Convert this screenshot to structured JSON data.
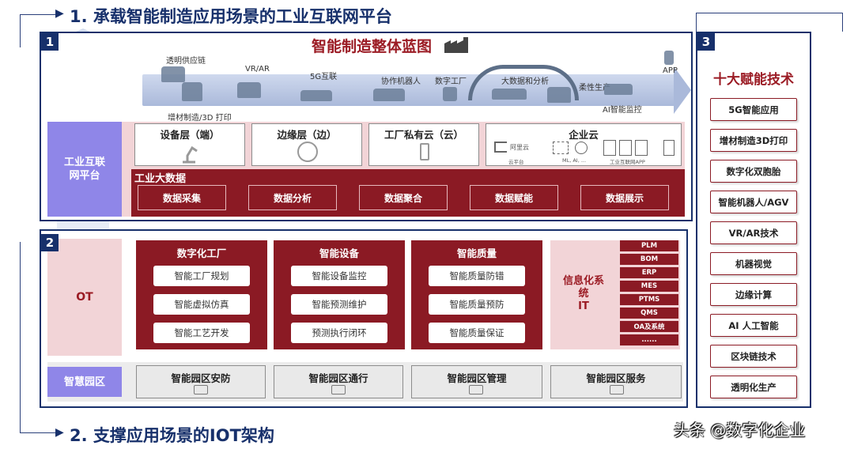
{
  "headings": {
    "top": "1. 承载智能制造应用场景的工业互联网平台",
    "bottom": "2. 支撑应用场景的IOT架构"
  },
  "badges": {
    "p1": "1",
    "p2": "2",
    "p3": "3"
  },
  "blueprint": {
    "title": "智能制造整体蓝图",
    "scenes": [
      "透明供应链",
      "VR/AR",
      "5G互联",
      "协作机器人",
      "数字工厂",
      "大数据和分析",
      "柔性生产",
      "APP",
      "增材制造/3D 打印",
      "AI智能监控"
    ]
  },
  "platform": {
    "label": "工业互联网平台",
    "layers": [
      "设备层（端）",
      "边缘层（边）",
      "工厂私有云（云）",
      "企业云"
    ],
    "cloud_sub": [
      "阿里云",
      "云平台",
      "ML, AI, ...",
      "工业互联网APP"
    ],
    "bigdata": {
      "title": "工业大数据",
      "items": [
        "数据采集",
        "数据分析",
        "数据聚合",
        "数据赋能",
        "数据展示"
      ]
    }
  },
  "ot": {
    "label": "OT",
    "columns": [
      {
        "title": "数字化工厂",
        "items": [
          "智能工厂规划",
          "智能虚拟仿真",
          "智能工艺开发"
        ]
      },
      {
        "title": "智能设备",
        "items": [
          "智能设备监控",
          "智能预测维护",
          "预测执行闭环"
        ]
      },
      {
        "title": "智能质量",
        "items": [
          "智能质量防错",
          "智能质量预防",
          "智能质量保证"
        ]
      }
    ],
    "it": {
      "label_line1": "信息化系",
      "label_line2": "统",
      "label_line3": "IT",
      "items": [
        "PLM",
        "BOM",
        "ERP",
        "MES",
        "PTMS",
        "QMS",
        "OA及系统",
        "......"
      ]
    }
  },
  "park": {
    "label": "智慧园区",
    "items": [
      "智能园区安防",
      "智能园区通行",
      "智能园区管理",
      "智能园区服务"
    ]
  },
  "right": {
    "title": "十大赋能技术",
    "items": [
      "5G智能应用",
      "增材制造3D打印",
      "数字化双胞胎",
      "智能机器人/AGV",
      "VR/AR技术",
      "机器视觉",
      "边缘计算",
      "AI 人工智能",
      "区块链技术",
      "透明化生产"
    ]
  },
  "watermark": "头条 @数字化企业",
  "colors": {
    "navy": "#17306b",
    "maroon": "#8b1a24",
    "pink": "#f2d4d7",
    "lavender": "#8f86e8"
  }
}
